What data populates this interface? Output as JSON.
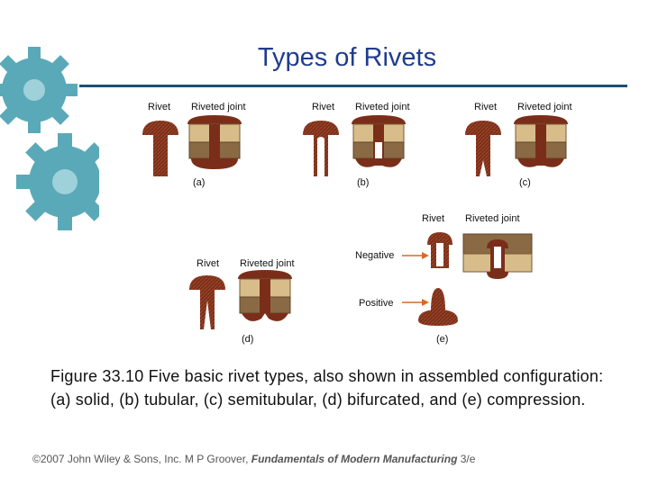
{
  "slide": {
    "title": "Types of Rivets",
    "caption": "Figure 33.10  Five basic rivet types, also shown in assembled configuration: (a) solid, (b) tubular, (c) semitubular, (d) bifurcated, and (e) compression.",
    "footer": {
      "prefix": "©2007 John Wiley & Sons, Inc.  M P Groover, ",
      "book_title": "Fundamentals of Modern Manufacturing",
      "suffix": " 3/e"
    }
  },
  "figure": {
    "labels": {
      "rivet": "Rivet",
      "riveted_joint": "Riveted joint",
      "negative": "Negative",
      "positive": "Positive",
      "a": "(a)",
      "b": "(b)",
      "c": "(c)",
      "d": "(d)",
      "e": "(e)"
    },
    "colors": {
      "rivet": "#7a2e1a",
      "plate_light": "#d8bd8a",
      "plate_dark": "#8a6a45",
      "arrow": "#d66a2a",
      "gear": "#5aa9b8"
    }
  }
}
